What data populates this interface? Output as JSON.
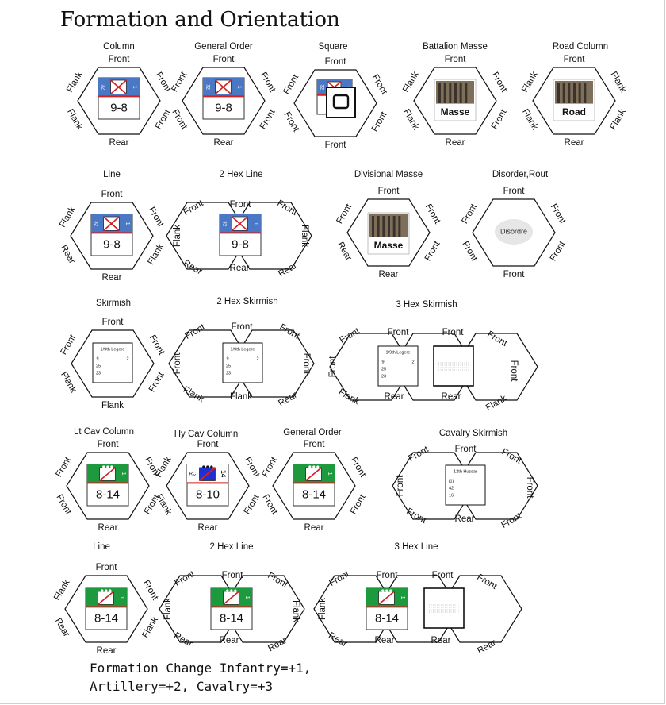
{
  "title": "Formation and Orientation",
  "footer": {
    "line1": "Formation Change Infantry=+1,",
    "line2": "Artillery=+2, Cavalry=+3"
  },
  "colors": {
    "infantry_blue": "#4a78c4",
    "cavalry_green": "#1d9a3e",
    "flag_red": "#d02020",
    "heavy_blue": "#2030d0"
  },
  "counter_values": {
    "infantry": "9-8",
    "infantry_id": "1",
    "infantry_regiment": "32",
    "lt_cav": "8-14",
    "hy_cav": "8-10",
    "hy_cav_id": "RC",
    "hy_cav_num": "14",
    "skirmish_unit": "1/9th Legere",
    "skirmish_vals": [
      "9",
      "2",
      "25",
      "23"
    ],
    "cav_skirmish_unit": "12th Hussar",
    "cav_skirmish_vals": [
      "(1)",
      "42",
      "16"
    ],
    "masse_label": "Masse",
    "road_label": "Road",
    "disorder_label": "Disordre"
  },
  "diagrams": [
    {
      "caption": "Column",
      "labels": [
        "Front",
        "Front",
        "Front",
        "Flank",
        "Flank",
        "Rear"
      ]
    },
    {
      "caption": "General Order",
      "labels": [
        "Front",
        "Front",
        "Front",
        "Front",
        "Front",
        "Rear"
      ]
    },
    {
      "caption": "Square",
      "labels": [
        "Front",
        "Front",
        "Front",
        "Front",
        "Front",
        "Front"
      ]
    },
    {
      "caption": "Battalion Masse",
      "labels": [
        "Front",
        "Front",
        "Front",
        "Flank",
        "Flank",
        "Rear"
      ]
    },
    {
      "caption": "Road Column",
      "labels": [
        "Front",
        "Flank",
        "Flank",
        "Flank",
        "Flank",
        "Rear"
      ]
    },
    {
      "caption": "Line",
      "labels": [
        "Front",
        "Front",
        "Flank",
        "Flank",
        "Rear",
        "Rear"
      ]
    },
    {
      "caption": "2 Hex Line",
      "labels": [
        "Front",
        "Front",
        "Front",
        "Flank",
        "Flank",
        "Rear",
        "Rear",
        "Rear"
      ]
    },
    {
      "caption": "Divisional Masse",
      "labels": [
        "Front",
        "Front",
        "Front",
        "Front",
        "Rear",
        "Rear"
      ]
    },
    {
      "caption": "Disorder,Rout",
      "labels": [
        "Front",
        "Front",
        "Front",
        "Front",
        "Front",
        "Front"
      ]
    },
    {
      "caption": "Skirmish",
      "labels": [
        "Front",
        "Front",
        "Front",
        "Front",
        "Flank",
        "Flank"
      ]
    },
    {
      "caption": "2 Hex Skirmish",
      "labels": [
        "Front",
        "Front",
        "Front",
        "Front",
        "Front",
        "Flank",
        "Rear",
        "Flank"
      ]
    },
    {
      "caption": "3 Hex Skirmish",
      "labels": [
        "Front",
        "Front",
        "Front",
        "Front",
        "Front",
        "Front",
        "Flank",
        "Rear",
        "Rear",
        "Flank"
      ]
    },
    {
      "caption": "Lt Cav Column",
      "labels": [
        "Front",
        "Front",
        "Front",
        "Front",
        "Front",
        "Rear"
      ]
    },
    {
      "caption": "Hy Cav Column",
      "labels": [
        "Front",
        "Front",
        "Front",
        "Flank",
        "Flank",
        "Rear"
      ]
    },
    {
      "caption": "General Order",
      "labels": [
        "Front",
        "Front",
        "Front",
        "Front",
        "Front",
        "Rear"
      ]
    },
    {
      "caption": "Cavalry Skirmish",
      "labels": [
        "Front",
        "Front",
        "Front",
        "Front",
        "Front",
        "Front",
        "Front",
        "Rear"
      ]
    },
    {
      "caption": "Line",
      "labels": [
        "Front",
        "Front",
        "Flank",
        "Flank",
        "Rear",
        "Rear"
      ]
    },
    {
      "caption": "2 Hex Line",
      "labels": [
        "Front",
        "Front",
        "Front",
        "Flank",
        "Flank",
        "Rear",
        "Rear",
        "Rear"
      ]
    },
    {
      "caption": "3 Hex Line",
      "labels": [
        "Front",
        "Front",
        "Front",
        "Front",
        "Flank",
        "Rear",
        "Rear",
        "Rear"
      ]
    }
  ]
}
